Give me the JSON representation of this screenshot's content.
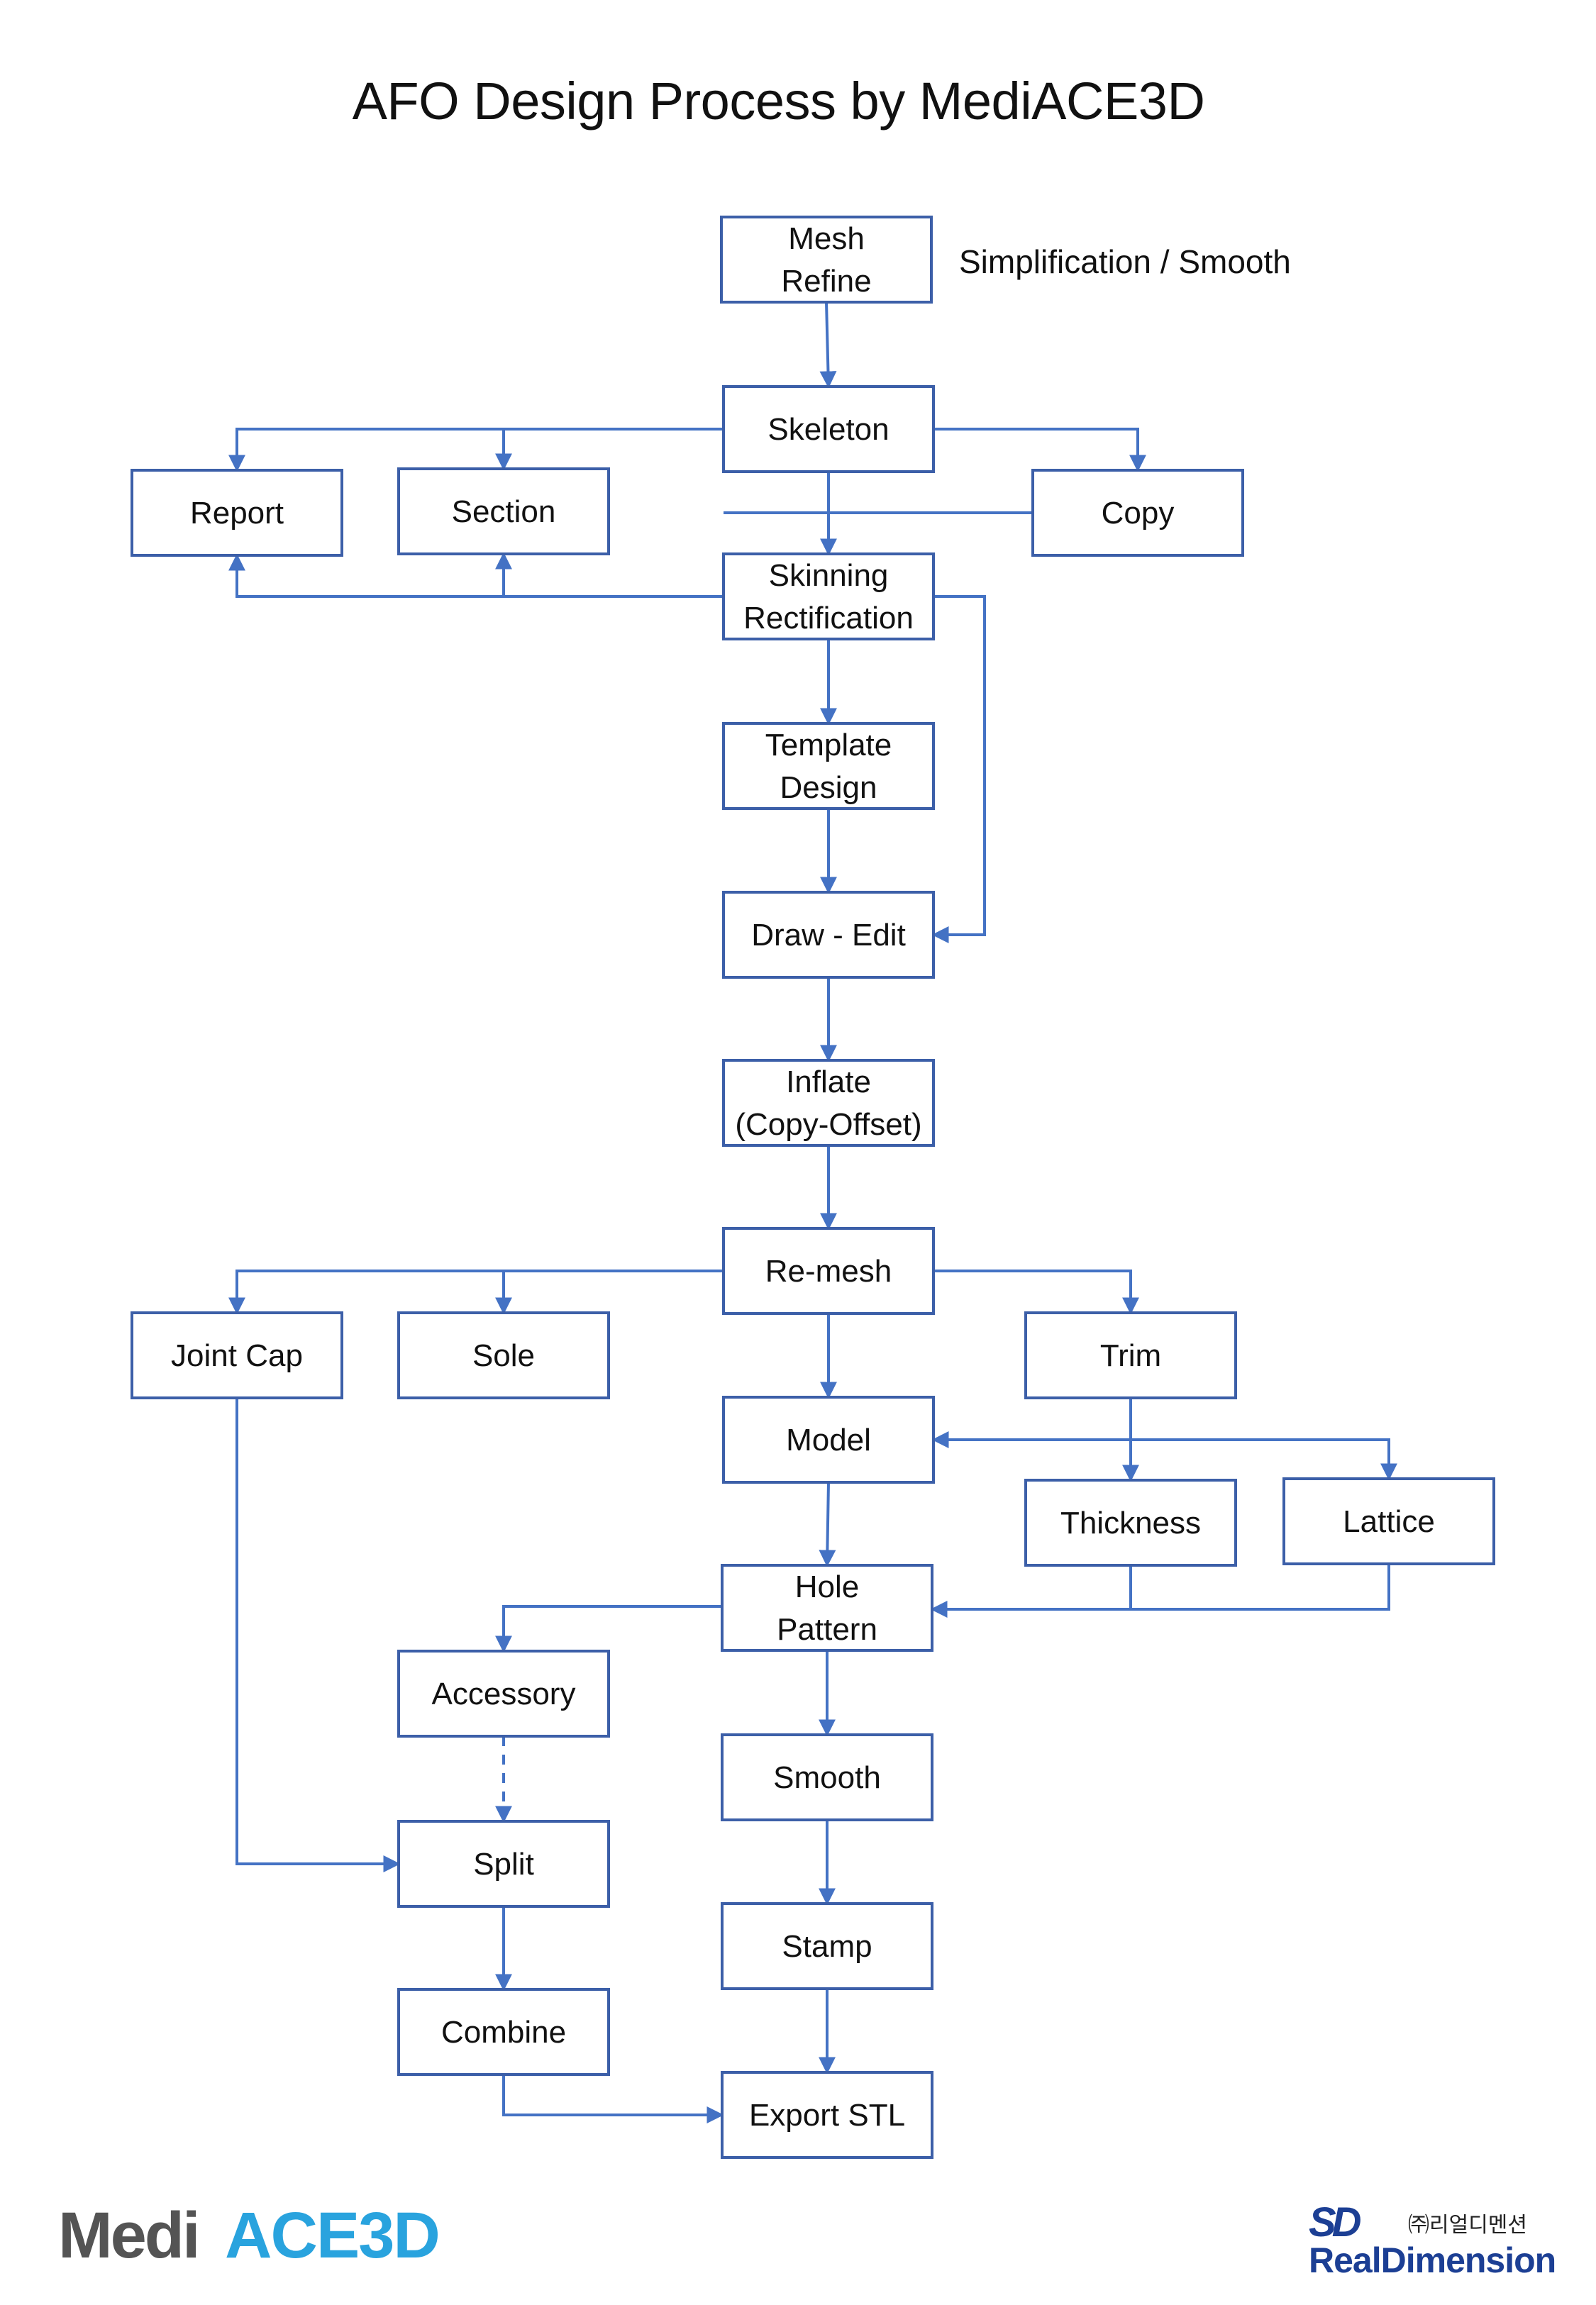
{
  "title": "AFO Design Process by MediACE3D",
  "annotation": "Simplification / Smooth",
  "nodes": {
    "mesh_refine": [
      "Mesh",
      "Refine"
    ],
    "skeleton": [
      "Skeleton"
    ],
    "report": [
      "Report"
    ],
    "section": [
      "Section"
    ],
    "copy": [
      "Copy"
    ],
    "skinning_rectification": [
      "Skinning",
      "Rectification"
    ],
    "template_design": [
      "Template",
      "Design"
    ],
    "draw_edit": [
      "Draw - Edit"
    ],
    "inflate": [
      "Inflate",
      "(Copy-Offset)"
    ],
    "remesh": [
      "Re-mesh"
    ],
    "joint_cap": [
      "Joint Cap"
    ],
    "sole": [
      "Sole"
    ],
    "trim": [
      "Trim"
    ],
    "model": [
      "Model"
    ],
    "thickness": [
      "Thickness"
    ],
    "lattice": [
      "Lattice"
    ],
    "hole_pattern": [
      "Hole",
      "Pattern"
    ],
    "accessory": [
      "Accessory"
    ],
    "smooth": [
      "Smooth"
    ],
    "split": [
      "Split"
    ],
    "stamp": [
      "Stamp"
    ],
    "combine": [
      "Combine"
    ],
    "export_stl": [
      "Export STL"
    ]
  },
  "edges": [
    {
      "from": "mesh_refine",
      "to": "skeleton"
    },
    {
      "from": "skeleton",
      "to": "report"
    },
    {
      "from": "skeleton",
      "to": "section"
    },
    {
      "from": "skeleton",
      "to": "copy"
    },
    {
      "from": "skeleton",
      "to": "skinning_rectification"
    },
    {
      "from": "copy",
      "to": "skinning_rectification"
    },
    {
      "from": "skinning_rectification",
      "to": "report"
    },
    {
      "from": "skinning_rectification",
      "to": "section"
    },
    {
      "from": "skinning_rectification",
      "to": "template_design"
    },
    {
      "from": "skinning_rectification",
      "to": "draw_edit"
    },
    {
      "from": "template_design",
      "to": "draw_edit"
    },
    {
      "from": "draw_edit",
      "to": "inflate"
    },
    {
      "from": "inflate",
      "to": "remesh"
    },
    {
      "from": "remesh",
      "to": "joint_cap"
    },
    {
      "from": "remesh",
      "to": "sole"
    },
    {
      "from": "remesh",
      "to": "trim"
    },
    {
      "from": "remesh",
      "to": "model"
    },
    {
      "from": "trim",
      "to": "model"
    },
    {
      "from": "trim",
      "to": "thickness"
    },
    {
      "from": "trim",
      "to": "lattice"
    },
    {
      "from": "model",
      "to": "hole_pattern"
    },
    {
      "from": "thickness",
      "to": "hole_pattern"
    },
    {
      "from": "lattice",
      "to": "hole_pattern"
    },
    {
      "from": "hole_pattern",
      "to": "accessory"
    },
    {
      "from": "hole_pattern",
      "to": "smooth"
    },
    {
      "from": "accessory",
      "to": "split",
      "style": "dashed"
    },
    {
      "from": "joint_cap",
      "to": "split"
    },
    {
      "from": "split",
      "to": "combine"
    },
    {
      "from": "smooth",
      "to": "stamp"
    },
    {
      "from": "stamp",
      "to": "export_stl"
    },
    {
      "from": "combine",
      "to": "export_stl"
    }
  ],
  "colors": {
    "node_border": "#3c5fa8",
    "edge": "#4472c4",
    "mediace_grey": "#545454",
    "mediace_blue": "#29a3de",
    "realdimension_blue": "#1c3f94"
  },
  "logos": {
    "mediace_prefix": "Medi",
    "mediace_suffix": "ACE3D",
    "realdimension_mark": "SD",
    "realdimension_korean": "㈜리얼디멘션",
    "realdimension_name": "RealDimension"
  }
}
